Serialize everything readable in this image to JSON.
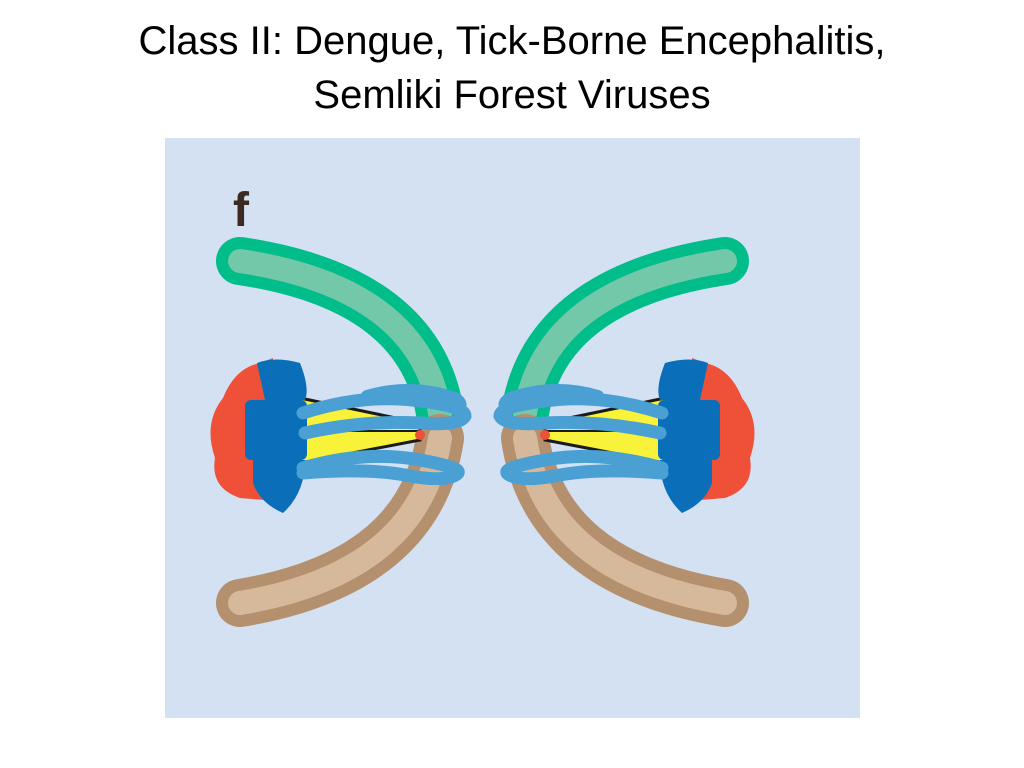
{
  "slide": {
    "title_line1": "Class II: Dengue, Tick-Borne Encephalitis,",
    "title_line2": "Semliki Forest Viruses"
  },
  "figure": {
    "panel_label": "f",
    "colors": {
      "background": "#d3e1f3",
      "green_arc_fill": "#72c8a8",
      "green_arc_edge": "#00bd8a",
      "tan_arc_fill": "#d6b99a",
      "tan_arc_edge": "#b4906e",
      "red_domain": "#ee5038",
      "blue_domain": "#0a6fb8",
      "light_blue_loop": "#4a9fd3",
      "yellow_core": "#f9f23a",
      "label": "#3b2a22"
    }
  }
}
